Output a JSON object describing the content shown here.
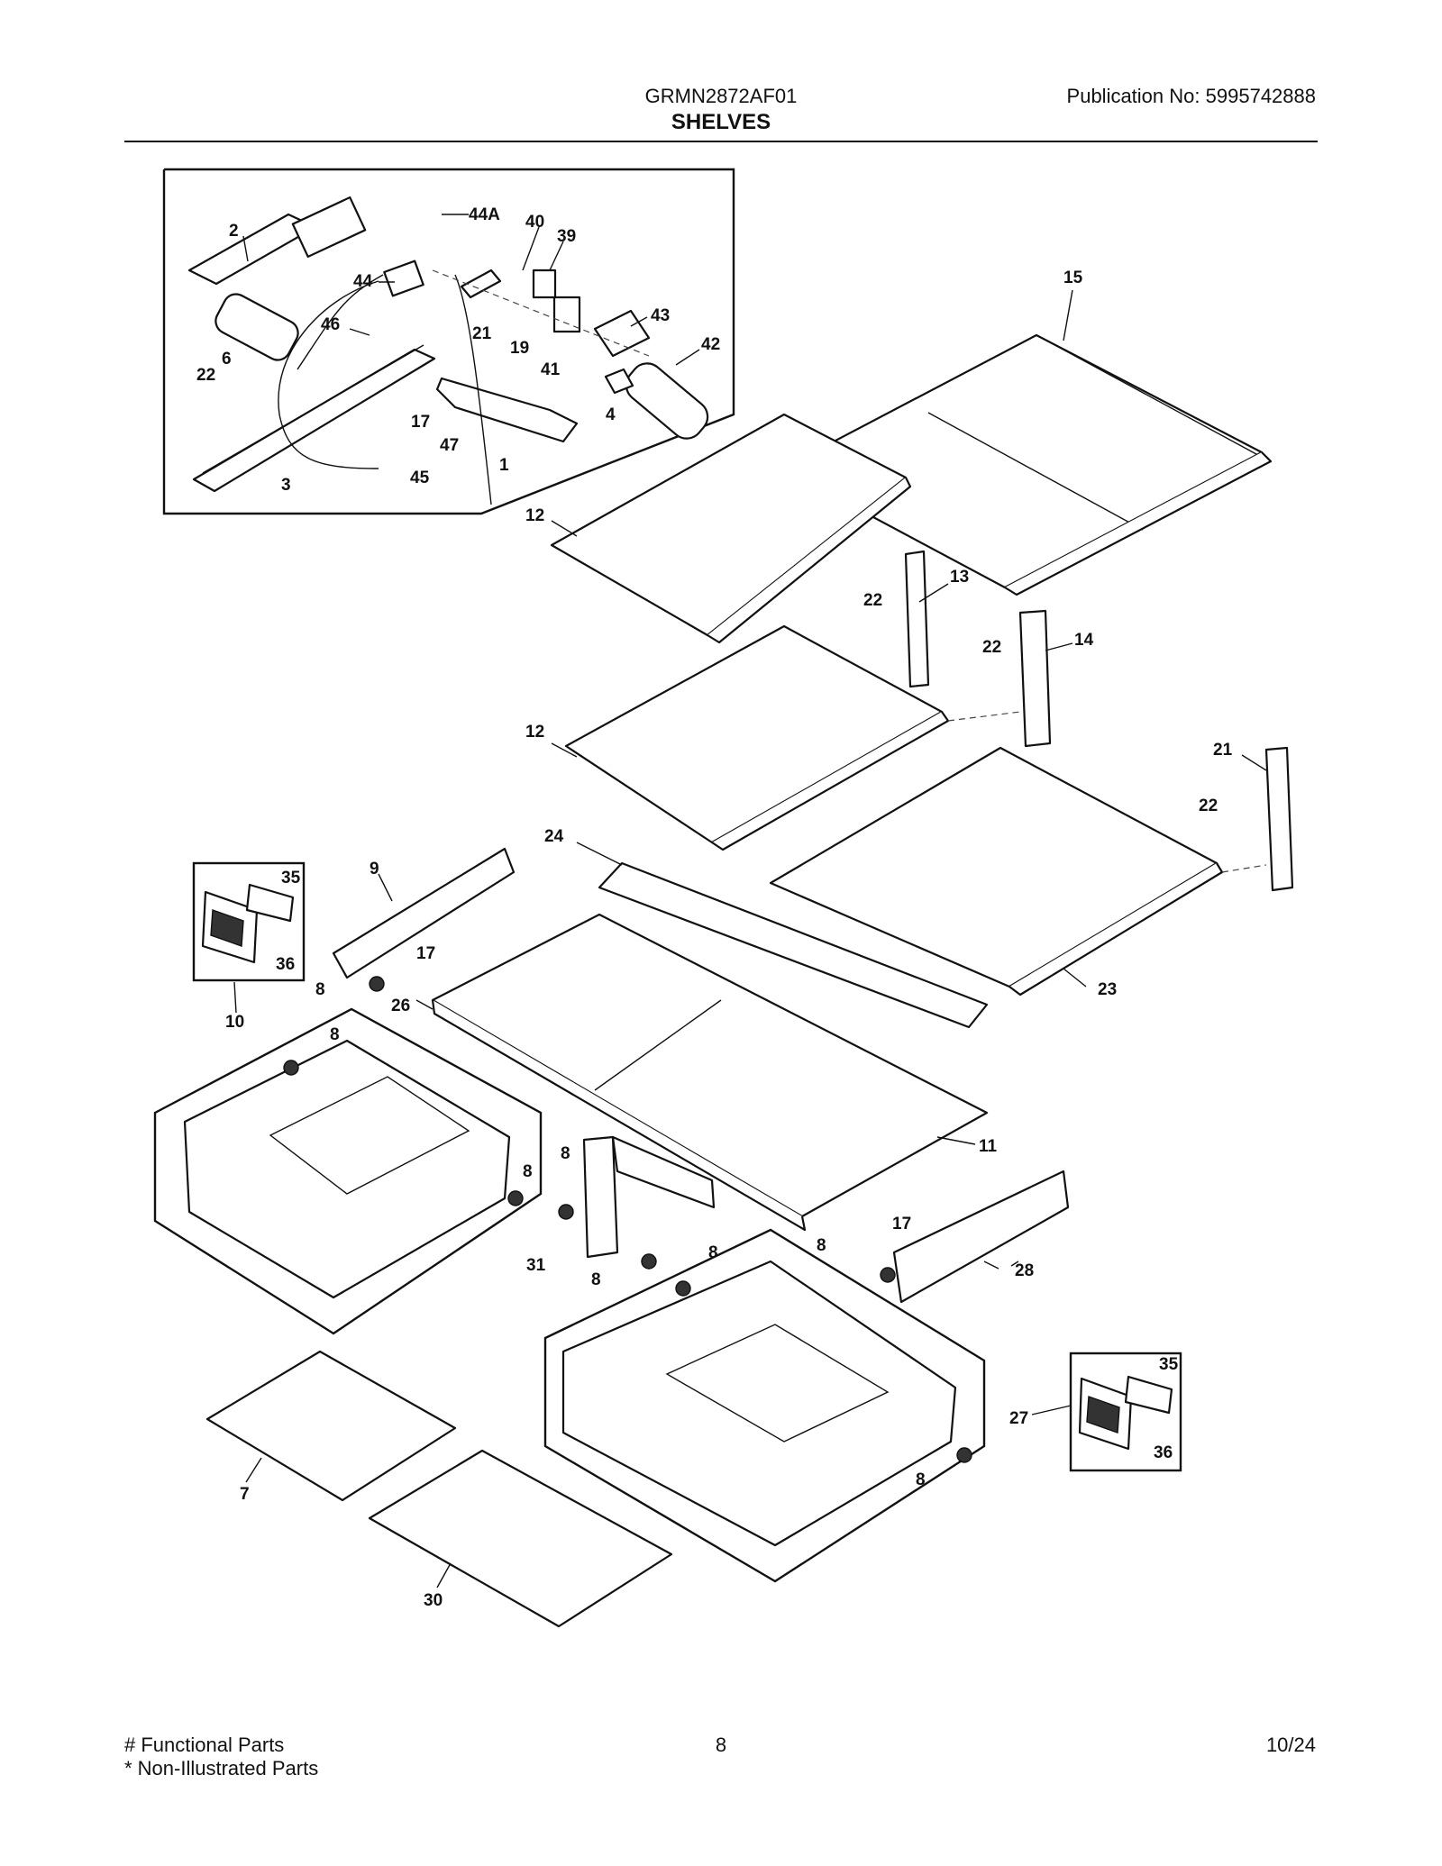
{
  "header": {
    "model": "GRMN2872AF01",
    "publication_label": "Publication No:",
    "publication_number": "5995742888",
    "title": "SHELVES"
  },
  "footer": {
    "functional_parts": "# Functional Parts",
    "non_illustrated_parts": "* Non-Illustrated Parts",
    "page_number": "8",
    "date": "10/24"
  },
  "callouts": {
    "c44a": "44A",
    "c40": "40",
    "c39": "39",
    "c2": "2",
    "c44": "44",
    "c43": "43",
    "c42": "42",
    "c46": "46",
    "c21a": "21",
    "c19": "19",
    "c41": "41",
    "c6": "6",
    "c22a": "22",
    "c4": "4",
    "c17a": "17",
    "c47": "47",
    "c1": "1",
    "c3": "3",
    "c45": "45",
    "c15": "15",
    "c12a": "12",
    "c13": "13",
    "c22b": "22",
    "c22c": "22",
    "c14": "14",
    "c12b": "12",
    "c21b": "21",
    "c22d": "22",
    "c24": "24",
    "c35a": "35",
    "c9": "9",
    "c36a": "36",
    "c17b": "17",
    "c8a": "8",
    "c26": "26",
    "c23": "23",
    "c10": "10",
    "c8b": "8",
    "c8c": "8",
    "c8d": "8",
    "c11": "11",
    "c17c": "17",
    "c8e": "8",
    "c31": "31",
    "c8f": "8",
    "c8g": "8",
    "c28": "28",
    "c35b": "35",
    "c27": "27",
    "c36b": "36",
    "c8h": "8",
    "c7": "7",
    "c30": "30"
  }
}
